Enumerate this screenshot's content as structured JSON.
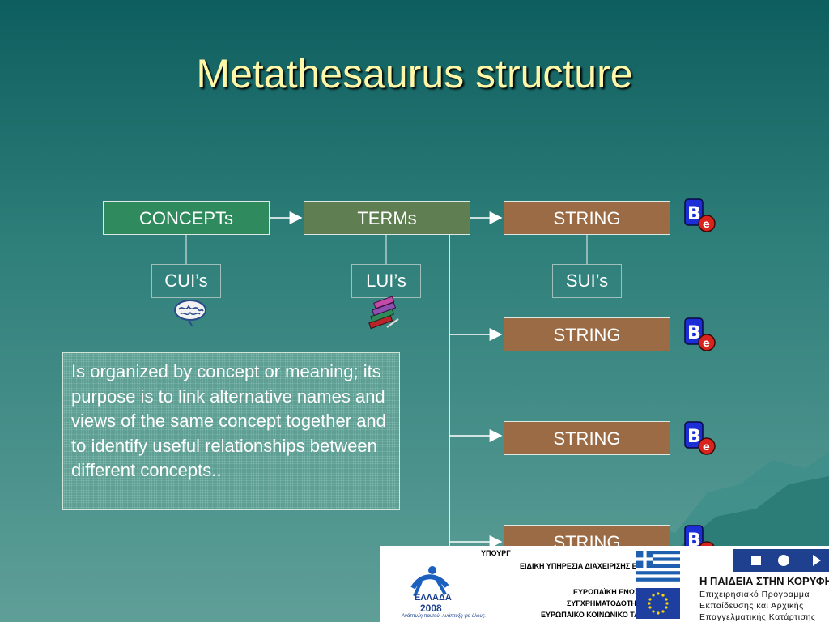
{
  "slide": {
    "title": "Metathesaurus structure"
  },
  "diagram": {
    "concepts_label": "CONCEPTs",
    "terms_label": "TERMs",
    "strings": [
      "STRING",
      "STRING",
      "STRING",
      "STRING"
    ],
    "ids": {
      "cui": "CUI’s",
      "lui": "LUI’s",
      "sui": "SUI’s"
    }
  },
  "description": "Is organized by concept or meaning; its purpose is to link alternative names and views of the same concept together and to identify useful relationships between different concepts..",
  "footer": {
    "ministry_partial": "ΥΠΟΥΡΓ",
    "special_service": "ΕΙΔΙΚΗ ΥΠΗΡΕΣΙΑ ΔΙΑΧΕΙΡΙΣΗΣ ΕΠΕΑΕΚ",
    "eu": "ΕΥΡΩΠΑΪΚΗ ΕΝΩΣΗ",
    "cofunding": "ΣΥΓΧΡΗΜΑΤΟΔΟΤΗΣΗ",
    "social_fund": "ΕΥΡΩΠΑΪΚΟ ΚΟΙΝΩΝΙΚΟ ΤΑΜΕΙΟ",
    "greece_logo_text": "ΕΛΛΑΔΑ",
    "greece_logo_year": "2008",
    "greece_slogan": "Ανάπτυξη παντού. Ανάπτυξη για όλους.",
    "edu_title": "Η ΠΑΙΔΕΙΑ ΣΤΗΝ ΚΟΡΥΦΗ",
    "edu_line1": "Επιχειρησιακό Πρόγραμμα",
    "edu_line2": "Εκπαίδευσης και Αρχικής",
    "edu_line3": "Επαγγελματικής Κατάρτισης"
  },
  "colors": {
    "background_top": "#0d5e5e",
    "background_bottom": "#5f9f98",
    "title": "#fff7a8",
    "concept_box": "#2f8a5e",
    "term_box": "#5f7f52",
    "string_box": "#9a6b45"
  }
}
